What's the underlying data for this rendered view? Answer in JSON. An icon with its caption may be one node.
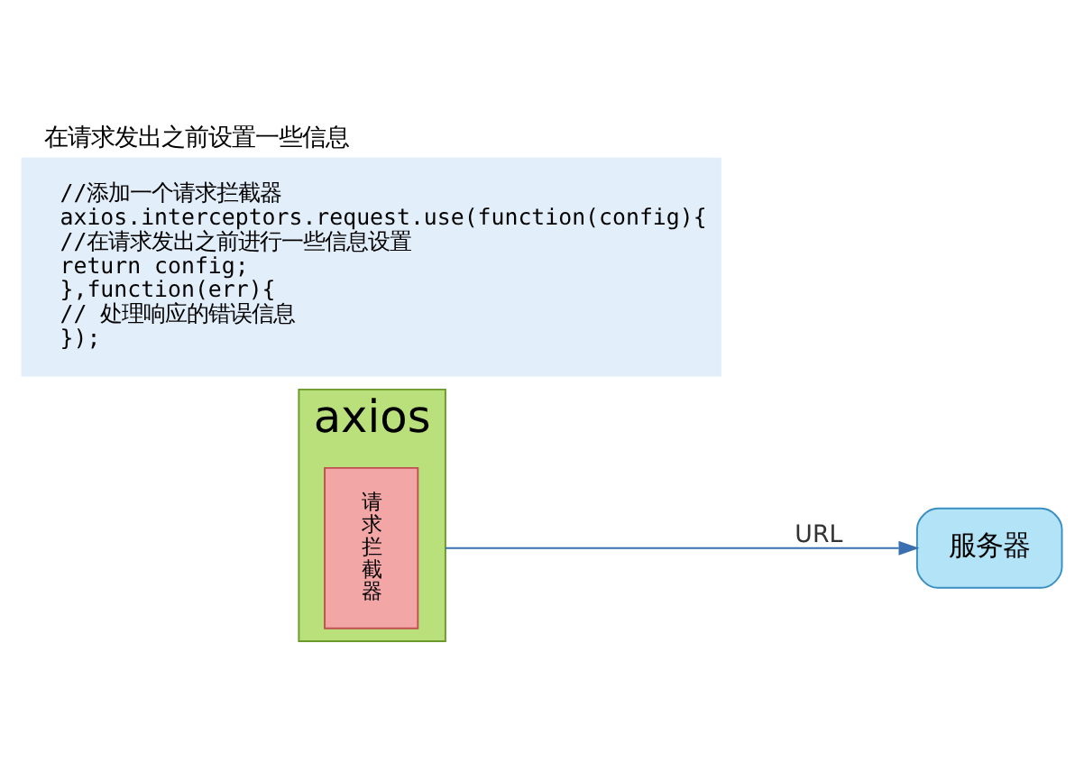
{
  "diagram": {
    "title": "在请求发出之前设置一些信息",
    "nodes": [
      {
        "text": [
          "axios"
        ]
      },
      {
        "text": [
          "请求拦截器"
        ],
        "in": 0
      },
      {
        "text": [
          "服务器"
        ]
      }
    ],
    "edges": [
      {
        "from": 0,
        "to": 2,
        "arrow": "to",
        "label": "URL"
      }
    ],
    "labels": [
      "//添加一个请求拦截器",
      "axios.interceptors.request.use(function(config){",
      "//在请求发出之前进行一些信息设置",
      "return config;",
      "},function(err){",
      "// 处理响应的错误信息",
      "});"
    ]
  }
}
